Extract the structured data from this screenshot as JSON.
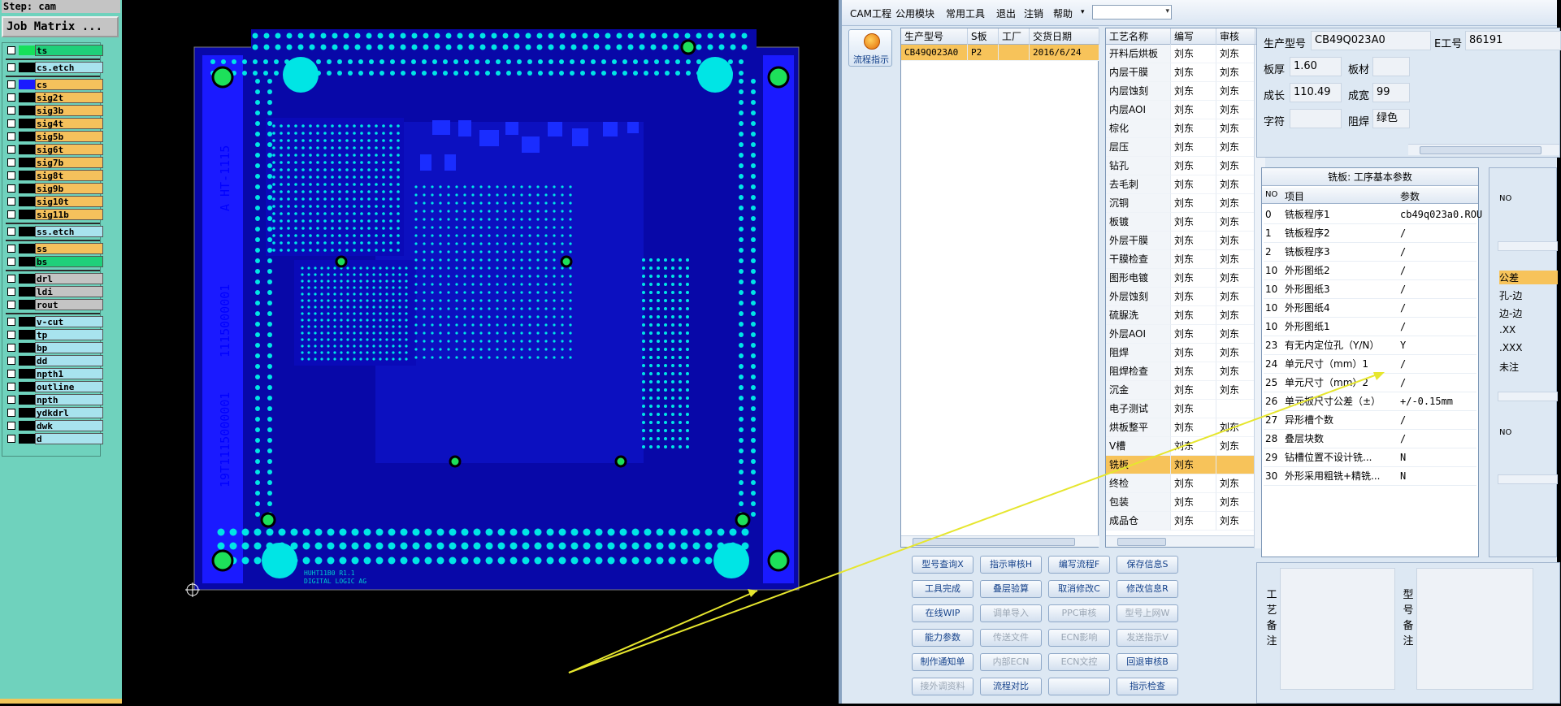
{
  "step_label": "Step: cam",
  "job_matrix_label": "Job Matrix ...",
  "layers": [
    {
      "name": "ts",
      "color": "#1fd07a",
      "swatch": "#16e05a"
    },
    {
      "name": "cs.etch",
      "color": "#a8e3ee",
      "swatch": "#000000"
    },
    {
      "name": "cs",
      "color": "#f5c15c",
      "swatch": "#1a1aff"
    },
    {
      "name": "sig2t",
      "color": "#f5c15c",
      "swatch": "#000000"
    },
    {
      "name": "sig3b",
      "color": "#f5c15c",
      "swatch": "#000000"
    },
    {
      "name": "sig4t",
      "color": "#f5c15c",
      "swatch": "#000000"
    },
    {
      "name": "sig5b",
      "color": "#f5c15c",
      "swatch": "#000000"
    },
    {
      "name": "sig6t",
      "color": "#f5c15c",
      "swatch": "#000000"
    },
    {
      "name": "sig7b",
      "color": "#f5c15c",
      "swatch": "#000000"
    },
    {
      "name": "sig8t",
      "color": "#f5c15c",
      "swatch": "#000000"
    },
    {
      "name": "sig9b",
      "color": "#f5c15c",
      "swatch": "#000000"
    },
    {
      "name": "sig10t",
      "color": "#f5c15c",
      "swatch": "#000000"
    },
    {
      "name": "sig11b",
      "color": "#f5c15c",
      "swatch": "#000000"
    },
    {
      "name": "ss.etch",
      "color": "#a8e3ee",
      "swatch": "#000000"
    },
    {
      "name": "ss",
      "color": "#f5c15c",
      "swatch": "#000000"
    },
    {
      "name": "bs",
      "color": "#1fd07a",
      "swatch": "#000000"
    },
    {
      "name": "drl",
      "color": "#c4c4c4",
      "swatch": "#000000"
    },
    {
      "name": "ldi",
      "color": "#c4c4c4",
      "swatch": "#000000"
    },
    {
      "name": "rout",
      "color": "#c4c4c4",
      "swatch": "#000000"
    },
    {
      "name": "v-cut",
      "color": "#a8e3ee",
      "swatch": "#000000"
    },
    {
      "name": "tp",
      "color": "#a8e3ee",
      "swatch": "#000000"
    },
    {
      "name": "bp",
      "color": "#a8e3ee",
      "swatch": "#000000"
    },
    {
      "name": "dd",
      "color": "#a8e3ee",
      "swatch": "#000000"
    },
    {
      "name": "npth1",
      "color": "#a8e3ee",
      "swatch": "#000000"
    },
    {
      "name": "outline",
      "color": "#a8e3ee",
      "swatch": "#000000"
    },
    {
      "name": "npth",
      "color": "#a8e3ee",
      "swatch": "#000000"
    },
    {
      "name": "ydkdrl",
      "color": "#a8e3ee",
      "swatch": "#000000"
    },
    {
      "name": "dwk",
      "color": "#a8e3ee",
      "swatch": "#000000"
    },
    {
      "name": "d",
      "color": "#a8e3ee",
      "swatch": "#000000"
    }
  ],
  "board": {
    "side_text_left_1": "A  HT-1115",
    "side_text_left_2": "1115000001",
    "side_text_left_3": "19T1115000001",
    "bottom_silk_1": "HUHT11B0 R1.1",
    "bottom_silk_2": "DIGITAL LOGIC AG"
  },
  "menu": [
    "CAM工程",
    "公用模块",
    "常用工具",
    "退出",
    "注销",
    "帮助"
  ],
  "menu_dropdown_arrow": "▾",
  "flow_button_label": "流程指示",
  "model_grid": {
    "headers": [
      "生产型号",
      "S板",
      "工厂",
      "交货日期"
    ],
    "row": [
      "CB49Q023A0",
      "P2",
      "",
      "2016/6/24"
    ]
  },
  "process_grid": {
    "headers": [
      "工艺名称",
      "编写",
      "审核"
    ],
    "rows": [
      [
        "开料后烘板",
        "刘东",
        "刘东"
      ],
      [
        "内层干膜",
        "刘东",
        "刘东"
      ],
      [
        "内层蚀刻",
        "刘东",
        "刘东"
      ],
      [
        "内层AOI",
        "刘东",
        "刘东"
      ],
      [
        "棕化",
        "刘东",
        "刘东"
      ],
      [
        "层压",
        "刘东",
        "刘东"
      ],
      [
        "钻孔",
        "刘东",
        "刘东"
      ],
      [
        "去毛刺",
        "刘东",
        "刘东"
      ],
      [
        "沉铜",
        "刘东",
        "刘东"
      ],
      [
        "板镀",
        "刘东",
        "刘东"
      ],
      [
        "外层干膜",
        "刘东",
        "刘东"
      ],
      [
        "干膜检查",
        "刘东",
        "刘东"
      ],
      [
        "图形电镀",
        "刘东",
        "刘东"
      ],
      [
        "外层蚀刻",
        "刘东",
        "刘东"
      ],
      [
        "硫脲洗",
        "刘东",
        "刘东"
      ],
      [
        "外层AOI",
        "刘东",
        "刘东"
      ],
      [
        "阻焊",
        "刘东",
        "刘东"
      ],
      [
        "阻焊检查",
        "刘东",
        "刘东"
      ],
      [
        "沉金",
        "刘东",
        "刘东"
      ],
      [
        "电子测试",
        "刘东",
        ""
      ],
      [
        "烘板整平",
        "刘东",
        "刘东"
      ],
      [
        "V槽",
        "刘东",
        "刘东"
      ],
      [
        "铣板",
        "刘东",
        ""
      ],
      [
        "终检",
        "刘东",
        "刘东"
      ],
      [
        "包装",
        "刘东",
        "刘东"
      ],
      [
        "成品仓",
        "刘东",
        "刘东"
      ]
    ],
    "selected_index": 22
  },
  "buttons": [
    [
      "型号查询X",
      "指示审核H",
      "编写流程F",
      "保存信息S"
    ],
    [
      "工具完成",
      "叠层验算",
      "取消修改C",
      "修改信息R"
    ],
    [
      "在线WIP",
      "调单导入",
      "PPC审核",
      "型号上网W"
    ],
    [
      "能力参数",
      "传送文件",
      "ECN影响",
      "发送指示V"
    ],
    [
      "制作通知单",
      "内部ECN",
      "ECN文控",
      "回退审核B"
    ],
    [
      "接外调资料",
      "流程对比",
      "",
      "指示检查"
    ]
  ],
  "disabled_buttons": [
    "调单导入",
    "PPC审核",
    "型号上网W",
    "传送文件",
    "ECN影响",
    "发送指示V",
    "内部ECN",
    "ECN文控",
    "接外调资料"
  ],
  "info": {
    "model_label": "生产型号",
    "model_value": "CB49Q023A0",
    "eno_label": "E工号",
    "eno_value": "86191",
    "thick_label": "板厚",
    "thick_value": "1.60",
    "mat_label": "板材",
    "mat_value": "",
    "len_label": "成长",
    "len_value": "110.49",
    "wid_label": "成宽",
    "wid_value": "99",
    "char_label": "字符",
    "char_value": "",
    "mask_label": "阻焊",
    "mask_value": "绿色"
  },
  "param_grid": {
    "title": "铣板: 工序基本参数",
    "headers": [
      "NO",
      "项目",
      "参数"
    ],
    "rows": [
      [
        "0",
        "铣板程序1",
        "cb49q023a0.ROU"
      ],
      [
        "1",
        "铣板程序2",
        "/"
      ],
      [
        "2",
        "铣板程序3",
        "/"
      ],
      [
        "10",
        "外形图纸2",
        "/"
      ],
      [
        "10",
        "外形图纸3",
        "/"
      ],
      [
        "10",
        "外形图纸4",
        "/"
      ],
      [
        "10",
        "外形图纸1",
        "/"
      ],
      [
        "23",
        "有无内定位孔（Y/N）",
        "Y"
      ],
      [
        "24",
        "单元尺寸（mm）1",
        "/"
      ],
      [
        "25",
        "单元尺寸（mm）2",
        "/"
      ],
      [
        "26",
        "单元板尺寸公差（±）",
        "+/-0.15mm"
      ],
      [
        "27",
        "异形槽个数",
        "/"
      ],
      [
        "28",
        "叠层块数",
        "/"
      ],
      [
        "29",
        "钻槽位置不设计铣...",
        "N"
      ],
      [
        "30",
        "外形采用粗铣+精铣...",
        "N"
      ]
    ]
  },
  "sliver": {
    "no_label": "NO",
    "items": [
      "公差",
      "孔-边",
      "边-边",
      ".XX",
      ".XXX",
      "未注"
    ],
    "no_label_2": "NO"
  },
  "remarks": {
    "process_label": "工艺备注",
    "model_label": "型号备注"
  },
  "colors": {
    "board_fill": "#0a0aa0",
    "copper": "#1a2dff",
    "pad": "#00e5e5",
    "mark": "#1de05a",
    "arrow": "#e6e62e",
    "selected_row": "#f7c35a"
  }
}
